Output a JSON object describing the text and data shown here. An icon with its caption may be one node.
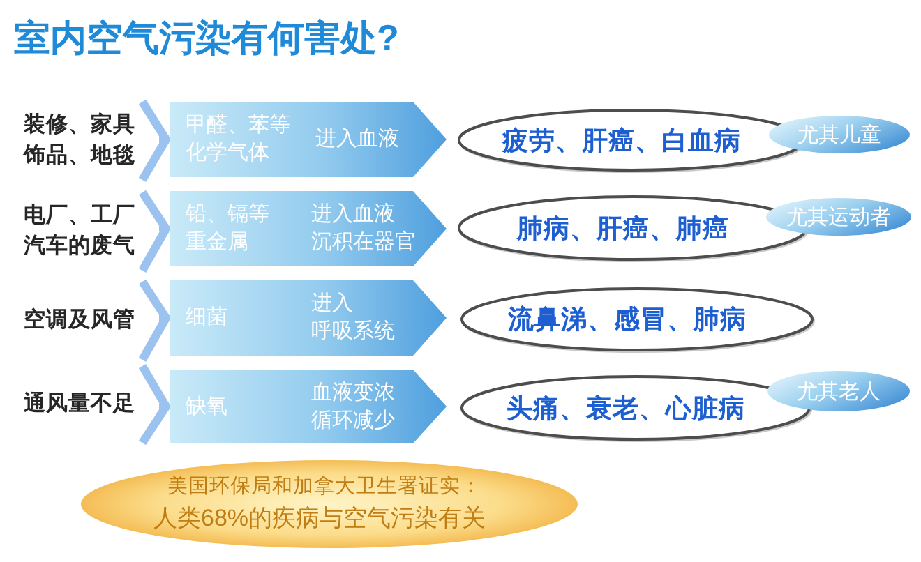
{
  "diagram": {
    "title": "室内空气污染有何害处?",
    "nodes": [
      {
        "text": [
          "装修、家具饰品、地毯"
        ]
      },
      {
        "text": [
          "甲醛、苯等化学气体",
          "进入血液"
        ]
      },
      {
        "text": [
          "疲劳、肝癌、白血病"
        ]
      },
      {
        "text": [
          "尤其儿童"
        ]
      },
      {
        "text": [
          "电厂、工厂汽车的废气"
        ]
      },
      {
        "text": [
          "铅、镉等重金属",
          "进入血液沉积在器官"
        ]
      },
      {
        "text": [
          "肺病、肝癌、肺癌"
        ]
      },
      {
        "text": [
          "尤其运动者"
        ]
      },
      {
        "text": [
          "空调及风管"
        ]
      },
      {
        "text": [
          "细菌",
          "进入呼吸系统"
        ]
      },
      {
        "text": [
          "流鼻涕、感冒、肺病"
        ]
      },
      {
        "text": [
          "通风量不足"
        ]
      },
      {
        "text": [
          "缺氧",
          "血液变浓循环减少"
        ]
      },
      {
        "text": [
          "头痛、衰老、心脏病"
        ]
      },
      {
        "text": [
          "尤其老人"
        ]
      },
      {
        "text": [
          "美国环保局和加拿大卫生署证实：",
          "人类68%的疾病与空气污染有关"
        ]
      }
    ],
    "edges": [
      {
        "from": 0,
        "to": 1,
        "arrow": "to"
      },
      {
        "from": 4,
        "to": 5,
        "arrow": "to"
      },
      {
        "from": 8,
        "to": 9,
        "arrow": "to"
      },
      {
        "from": 11,
        "to": 12,
        "arrow": "to"
      }
    ]
  }
}
